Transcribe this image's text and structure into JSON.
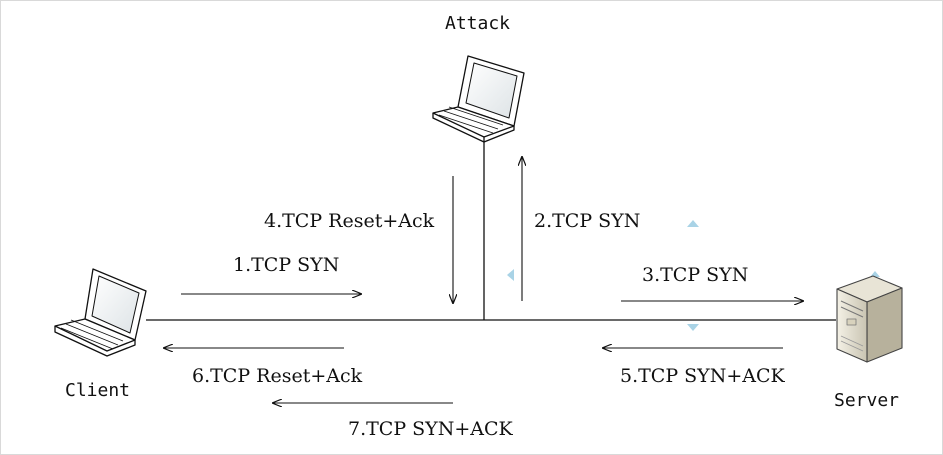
{
  "nodes": {
    "attacker": "Attack",
    "client": "Client",
    "server": "Server"
  },
  "messages": [
    "1.TCP SYN",
    "2.TCP SYN",
    "3.TCP SYN",
    "4.TCP Reset+Ack",
    "5.TCP SYN+ACK",
    "6.TCP Reset+Ack",
    "7.TCP SYN+ACK"
  ],
  "colors": {
    "line": "#111111",
    "accent": "#a9d3e6"
  }
}
